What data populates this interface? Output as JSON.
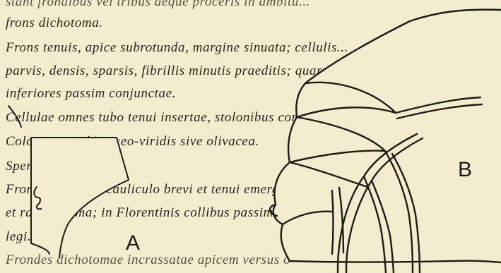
{
  "text_lines": [
    "stant frondibus vel tribus aeque proceris in ambitu...",
    "frons dichotoma.",
    "Frons tenuis, apice subrotunda, margine sinuata; cellulis...",
    "parvis, densis, sparsis, fibrillis minutis praeditis; quarum...",
    "inferiores passim conjunctae.",
    "Cellulae omnes tubo tenui insertae, stolonibus communicantes.",
    "Coloratura schistaceo-viridis sive olivacea.",
    "Spermangia...",
    "Frons nascens, e cauliculo brevi et tenui emergens, mox dilatata",
    "et ramosissima; in Florentinis collibus passim vulgaris...",
    "legi.",
    "Frondes dichotomae incrassatae apicem versus obtusae..."
  ],
  "figure_labels": {
    "a": "A",
    "b": "B"
  },
  "colors": {
    "paper": "#f4eccf",
    "ink": "#1e1a14",
    "text": "#2a241c"
  }
}
